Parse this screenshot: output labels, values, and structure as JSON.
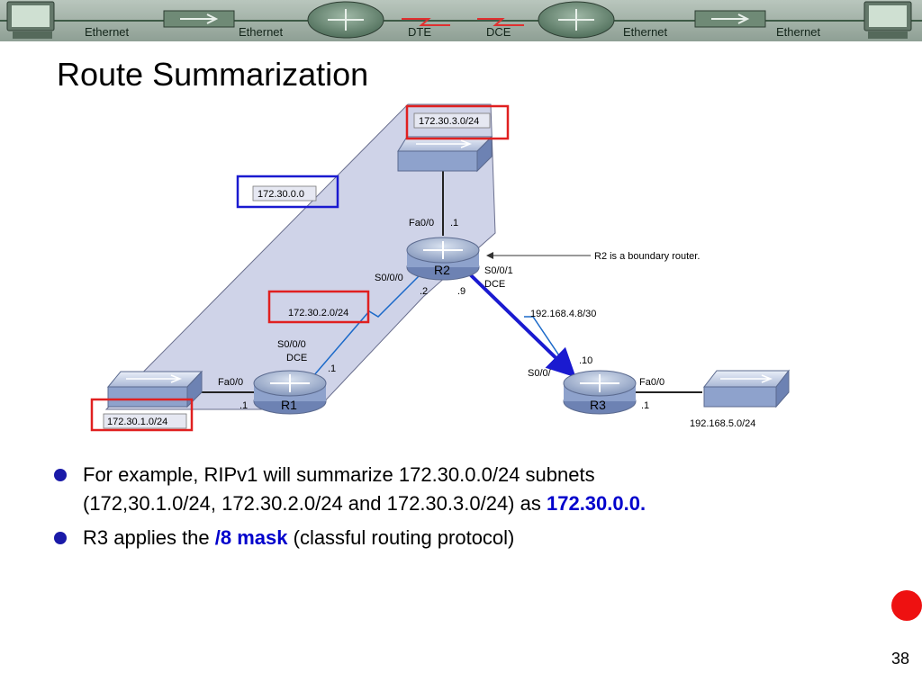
{
  "slide": {
    "title": "Route Summarization",
    "page_number": "38"
  },
  "banner": {
    "labels": [
      "Ethernet",
      "Ethernet",
      "DTE",
      "DCE",
      "Ethernet",
      "Ethernet"
    ]
  },
  "diagram": {
    "summary_label": "172.30.0.0",
    "boundary_note": "R2 is a boundary router.",
    "networks": {
      "top_lan": "172.30.3.0/24",
      "mid_wan": "172.30.2.0/24",
      "left_lan": "172.30.1.0/24",
      "right_wan": "192.168.4.8/30",
      "right_lan": "192.168.5.0/24"
    },
    "routers": {
      "r1": "R1",
      "r2": "R2",
      "r3": "R3"
    },
    "interfaces": {
      "r2_fa": "Fa0/0",
      "r2_fa_ip": ".1",
      "r2_s000": "S0/0/0",
      "r2_s000_ip": ".2",
      "r2_s001": "S0/0/1",
      "r2_s001_dce": "DCE",
      "r2_s001_ip": ".9",
      "r1_s000": "S0/0/0",
      "r1_s000_dce": "DCE",
      "r1_s000_ip": ".1",
      "r1_fa": "Fa0/0",
      "r1_fa_ip": ".1",
      "r3_s0": "S0/0/",
      "r3_s0_ip": ".10",
      "r3_fa": "Fa0/0",
      "r3_fa_ip": ".1"
    }
  },
  "bullets": {
    "b1_line1": "For example, RIPv1 will summarize 172.30.0.0/24 subnets",
    "b1_line2_pre": "(172,30.1.0/24, 172.30.2.0/24 and 172.30.3.0/24) as ",
    "b1_line2_hl": "172.30.0.0.",
    "b2_pre": "R3 applies the ",
    "b2_hl": "/8 mask",
    "b2_post": " (classful routing protocol)"
  },
  "colors": {
    "accent_blue": "#0000cc",
    "highlight_red": "#ee1111",
    "box_red": "#e02020",
    "box_blue": "#1a1ad0",
    "area_fill": "#cfd3e8"
  }
}
